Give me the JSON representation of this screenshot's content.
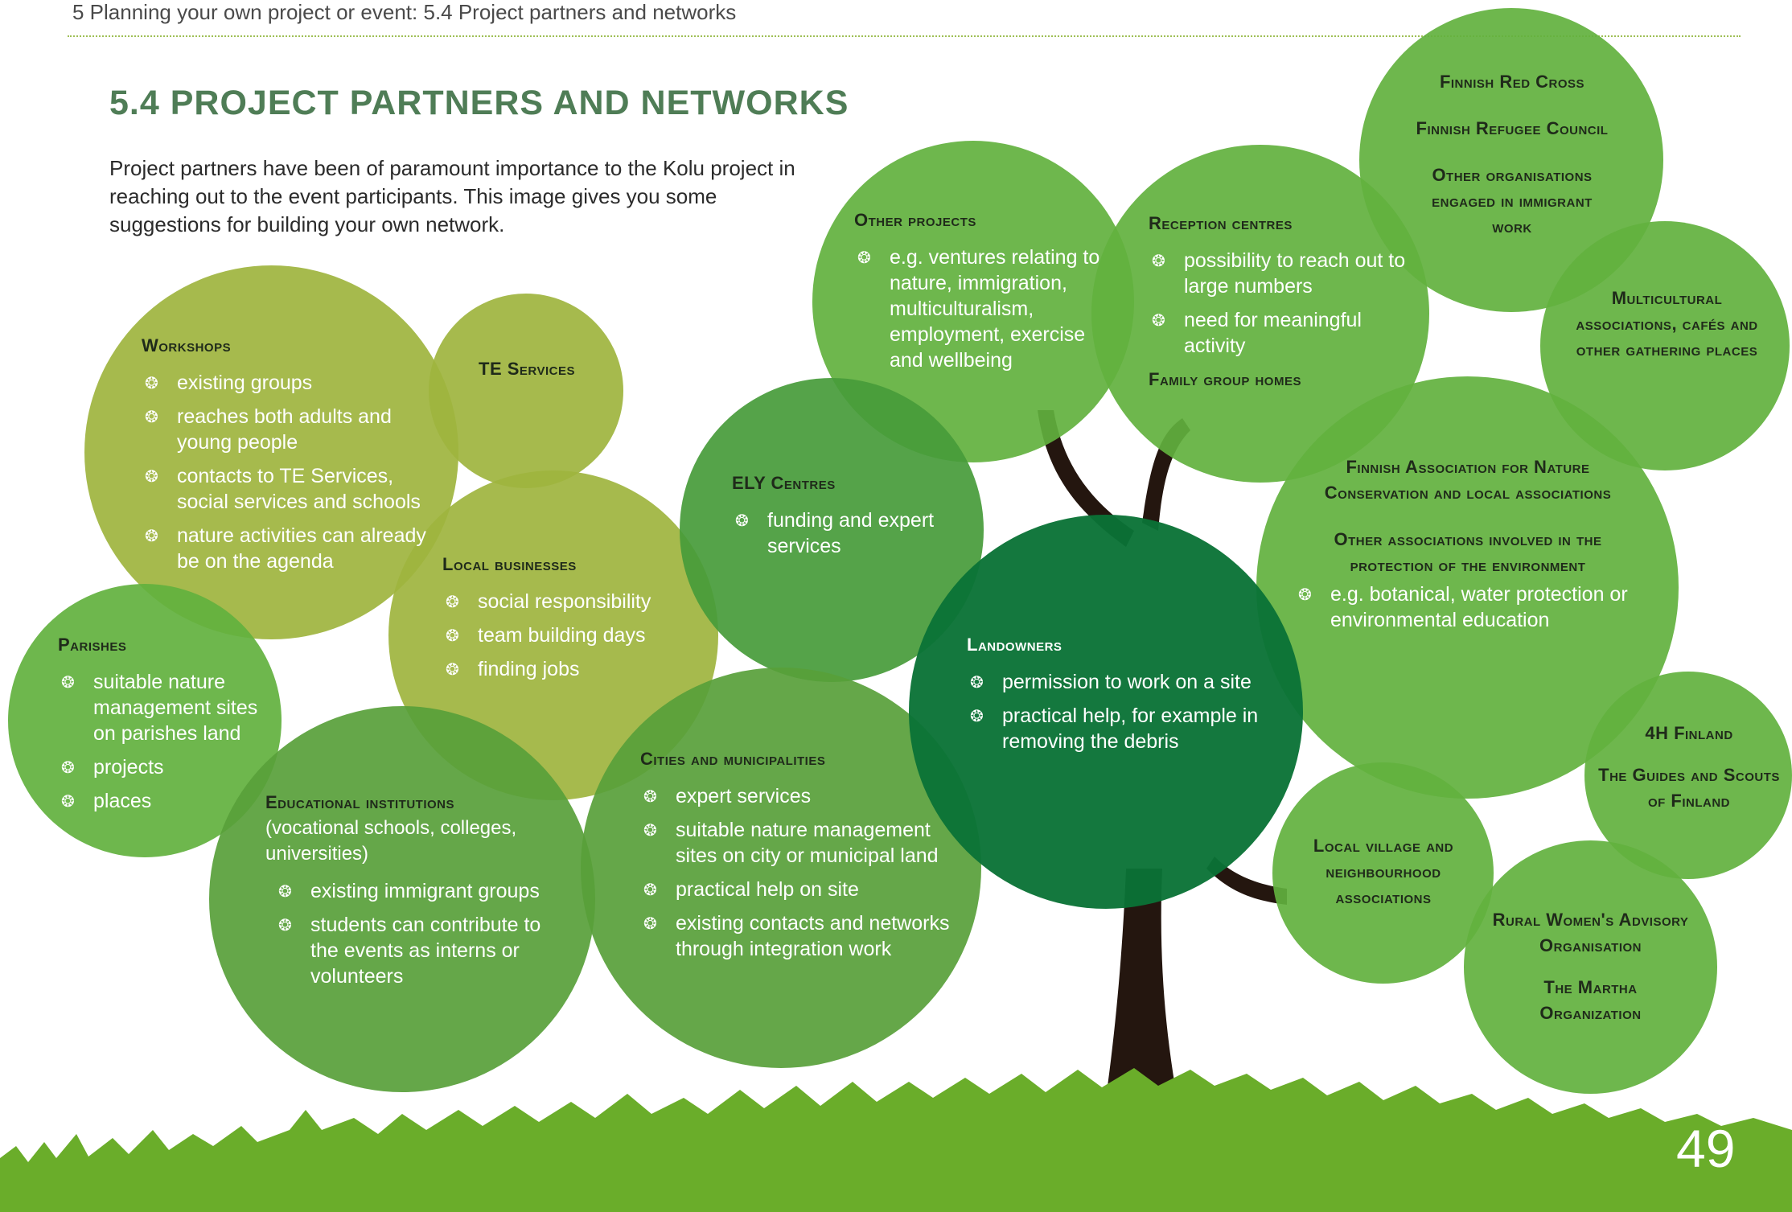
{
  "header": {
    "breadcrumb": "5 Planning your own project or event:   5.4 Project partners and networks"
  },
  "section": {
    "title": "5.4 PROJECT PARTNERS AND NETWORKS",
    "intro": "Project partners have been of paramount importance to the Kolu project in reaching out to the event participants. This image gives you some suggestions for building your own network."
  },
  "colors": {
    "olive": "#a3b84a",
    "light_green": "#6db33f",
    "mid_green": "#58a33e",
    "dark_green": "#0a7236",
    "grass": "#6aad2a",
    "trunk": "#24160f"
  },
  "bubbles": {
    "workshops": {
      "title": "Workshops",
      "items": [
        "existing groups",
        "reaches both adults and young people",
        "contacts to TE Services, social services and schools",
        "nature activities can already be on the agenda"
      ]
    },
    "te_services": {
      "title": "TE Services"
    },
    "local_businesses": {
      "title": "Local businesses",
      "items": [
        "social responsibility",
        "team building days",
        "finding jobs"
      ]
    },
    "parishes": {
      "title": "Parishes",
      "items": [
        "suitable nature management sites on parishes land",
        "projects",
        "places"
      ]
    },
    "educational": {
      "title": "Educational institutions",
      "note": "(vocational schools, colleges, universities)",
      "items": [
        "existing immigrant groups",
        "students can contribute to the events as interns or volunteers"
      ]
    },
    "other_projects": {
      "title": "Other projects",
      "items": [
        "e.g. ventures relating to nature, immigration, multiculturalism, employment, exercise and wellbeing"
      ]
    },
    "ely_centres": {
      "title": "ELY Centres",
      "items": [
        "funding and expert services"
      ]
    },
    "cities": {
      "title": "Cities and municipalities",
      "items": [
        "expert services",
        "suitable nature management sites on city or municipal land",
        "practical help on site",
        "existing contacts and networks through integration work"
      ]
    },
    "landowners": {
      "title": "Landowners",
      "items": [
        "permission to work on a site",
        "practical help, for example in removing the debris"
      ]
    },
    "reception": {
      "title": "Reception centres",
      "items": [
        "possibility to reach out to large numbers",
        "need for meaningful activity"
      ],
      "extra": "Family group homes"
    },
    "red_cross": {
      "labels": [
        "Finnish Red Cross",
        "Finnish Refugee Council",
        "Other organisations engaged in immigrant work"
      ]
    },
    "multicultural": {
      "labels": [
        "Multicultural associations, cafés and other gathering places"
      ]
    },
    "nature_conservation": {
      "labels": [
        "Finnish Association for Nature Conservation and local associations",
        "Other associations involved in the protection of the environment"
      ],
      "items": [
        "e.g. botanical, water protection or environmental education"
      ]
    },
    "fourh": {
      "labels": [
        "4H Finland",
        "The Guides and Scouts of Finland"
      ]
    },
    "village": {
      "labels": [
        "Local village and neighbourhood associations"
      ]
    },
    "rural_women": {
      "labels": [
        "Rural Women's Advisory Organisation",
        "The Martha Organization"
      ]
    }
  },
  "page_number": "49"
}
